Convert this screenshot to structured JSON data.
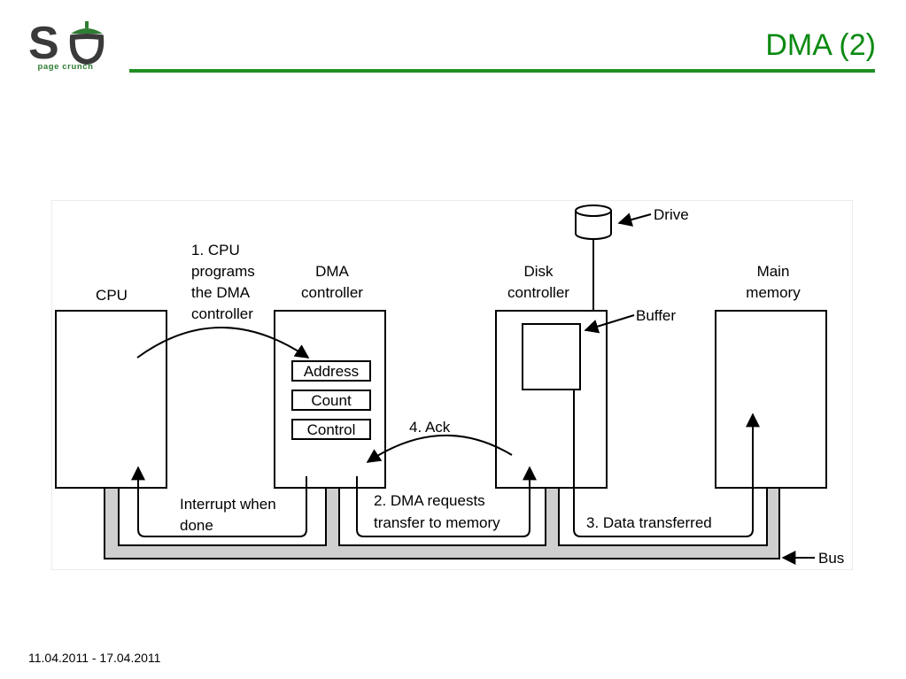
{
  "header": {
    "logo_text": "page crunch",
    "title": "DMA (2)",
    "accent_color": "#0b8a12"
  },
  "footer": {
    "date_range": "11.04.2011 - 17.04.2011"
  },
  "diagram": {
    "cpu": "CPU",
    "dma_controller": [
      "DMA",
      "controller"
    ],
    "disk_controller": [
      "Disk",
      "controller"
    ],
    "main_memory": [
      "Main",
      "memory"
    ],
    "registers": [
      "Address",
      "Count",
      "Control"
    ],
    "drive": "Drive",
    "buffer": "Buffer",
    "bus": "Bus",
    "step1": [
      "1. CPU",
      "programs",
      "the DMA",
      "controller"
    ],
    "step2": [
      "2. DMA requests",
      "transfer to memory"
    ],
    "step3": "3. Data transferred",
    "step4": "4. Ack",
    "interrupt": [
      "Interrupt when",
      "done"
    ]
  }
}
